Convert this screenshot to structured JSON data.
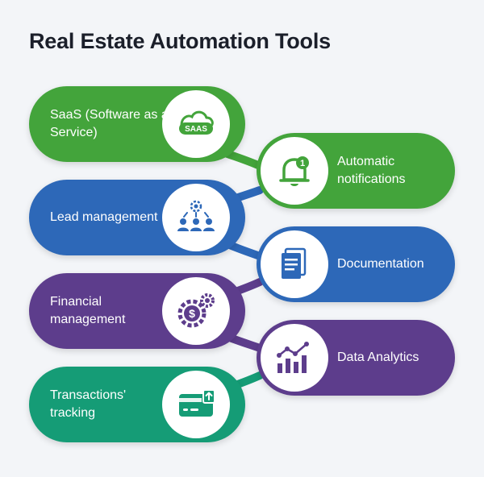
{
  "title": "Real Estate Automation Tools",
  "colors": {
    "green": "#43a43b",
    "blue": "#2d68b8",
    "purple": "#5d3d8c",
    "teal": "#159c76",
    "background": "#f3f5f8"
  },
  "tools": [
    {
      "label": "SaaS (Software as a Service)",
      "icon": "saas-cloud-icon",
      "color": "#43a43b",
      "side": "left"
    },
    {
      "label": "Automatic notifications",
      "icon": "bell-notification-icon",
      "color": "#43a43b",
      "side": "right"
    },
    {
      "label": "Lead management",
      "icon": "team-gear-icon",
      "color": "#2d68b8",
      "side": "left"
    },
    {
      "label": "Documentation",
      "icon": "document-icon",
      "color": "#2d68b8",
      "side": "right"
    },
    {
      "label": "Financial management",
      "icon": "dollar-gear-icon",
      "color": "#5d3d8c",
      "side": "left"
    },
    {
      "label": "Data Analytics",
      "icon": "bar-chart-icon",
      "color": "#5d3d8c",
      "side": "right"
    },
    {
      "label": "Transactions' tracking",
      "icon": "credit-card-icon",
      "color": "#159c76",
      "side": "left"
    }
  ],
  "icon_texts": {
    "saas": "SAAS",
    "badge": "1"
  }
}
